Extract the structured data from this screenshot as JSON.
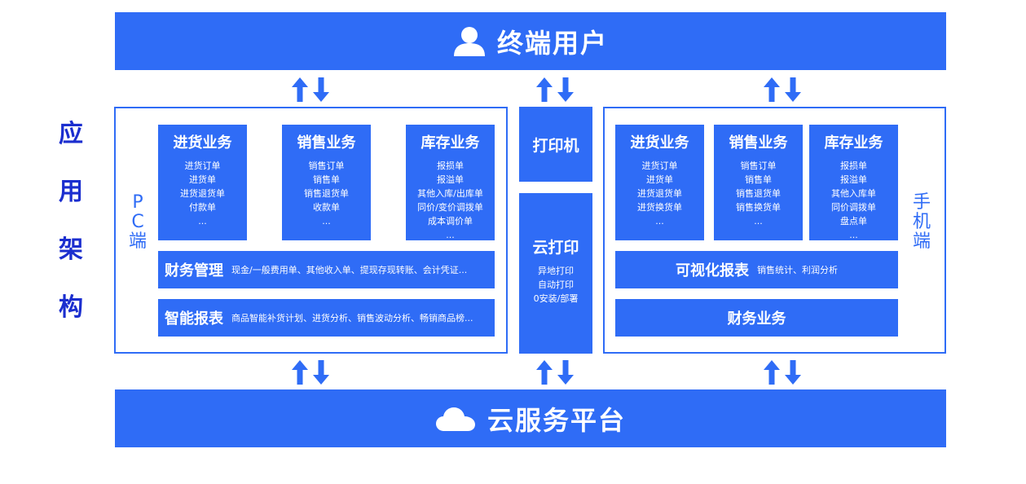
{
  "title_chars": [
    "应",
    "用",
    "架",
    "构"
  ],
  "top_banner": {
    "label": "终端用户",
    "icon": "user-icon"
  },
  "bottom_banner": {
    "label": "云服务平台",
    "icon": "cloud-icon"
  },
  "pc": {
    "side_label": [
      "P",
      "C",
      "端"
    ],
    "modules": [
      {
        "title": "进货业务",
        "items": [
          "进货订单",
          "进货单",
          "进货退货单",
          "付款单",
          "..."
        ]
      },
      {
        "title": "销售业务",
        "items": [
          "销售订单",
          "销售单",
          "销售退货单",
          "收款单",
          "..."
        ]
      },
      {
        "title": "库存业务",
        "items": [
          "报损单",
          "报溢单",
          "其他入库/出库单",
          "同价/变价调拨单",
          "成本调价单",
          "..."
        ]
      }
    ],
    "finance": {
      "title": "财务管理",
      "desc": "现金/一般费用单、其他收入单、提现存现转账、会计凭证..."
    },
    "report": {
      "title": "智能报表",
      "desc": "商品智能补货计划、进货分析、销售波动分析、畅销商品榜..."
    }
  },
  "middle": {
    "printer": "打印机",
    "cloud_print": {
      "title": "云打印",
      "items": [
        "异地打印",
        "自动打印",
        "0安装/部署"
      ]
    }
  },
  "mobile": {
    "side_label": [
      "手",
      "机",
      "端"
    ],
    "modules": [
      {
        "title": "进货业务",
        "items": [
          "进货订单",
          "进货单",
          "进货退货单",
          "进货换货单",
          "..."
        ]
      },
      {
        "title": "销售业务",
        "items": [
          "销售订单",
          "销售单",
          "销售退货单",
          "销售换货单",
          "..."
        ]
      },
      {
        "title": "库存业务",
        "items": [
          "报损单",
          "报溢单",
          "其他入库单",
          "同价调拨单",
          "盘点单",
          "..."
        ]
      }
    ],
    "visual_report": {
      "title": "可视化报表",
      "desc": "销售统计、利润分析"
    },
    "finance": {
      "title": "财务业务"
    }
  },
  "colors": {
    "primary": "#2f6cf6",
    "title_text": "#1b2ecf",
    "background": "#ffffff"
  }
}
